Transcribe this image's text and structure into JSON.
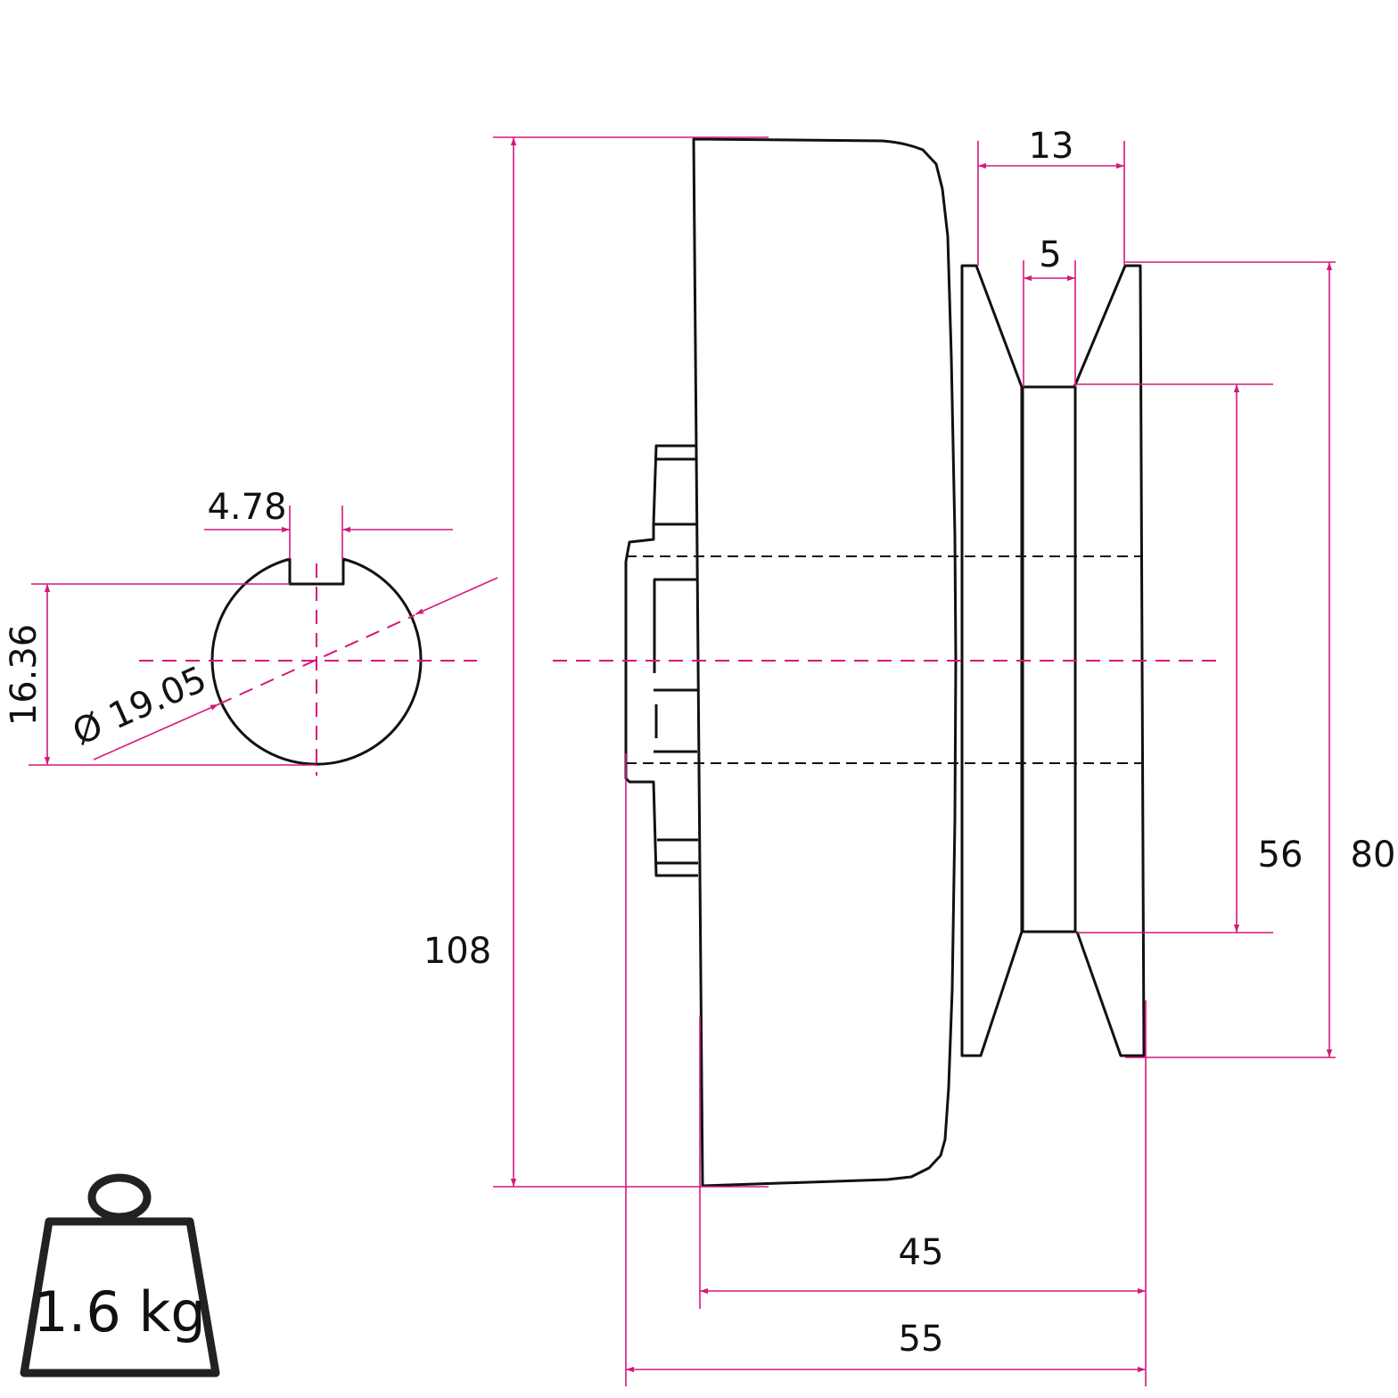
{
  "colors": {
    "outline": "#111111",
    "dimension": "#d6187c",
    "background": "#ffffff"
  },
  "shaft_view": {
    "keyway_width": "4.78",
    "key_height": "16.36",
    "diameter": "Ø 19.05"
  },
  "pulley_view": {
    "overall_diameter": "108",
    "groove_top_width": "13",
    "groove_bottom_width": "5",
    "pitch_diameter": "56",
    "outer_diameter": "80",
    "hub_to_groove_length": "45",
    "overall_length": "55"
  },
  "weight": {
    "icon": "weight-icon",
    "label": "1.6 kg"
  }
}
